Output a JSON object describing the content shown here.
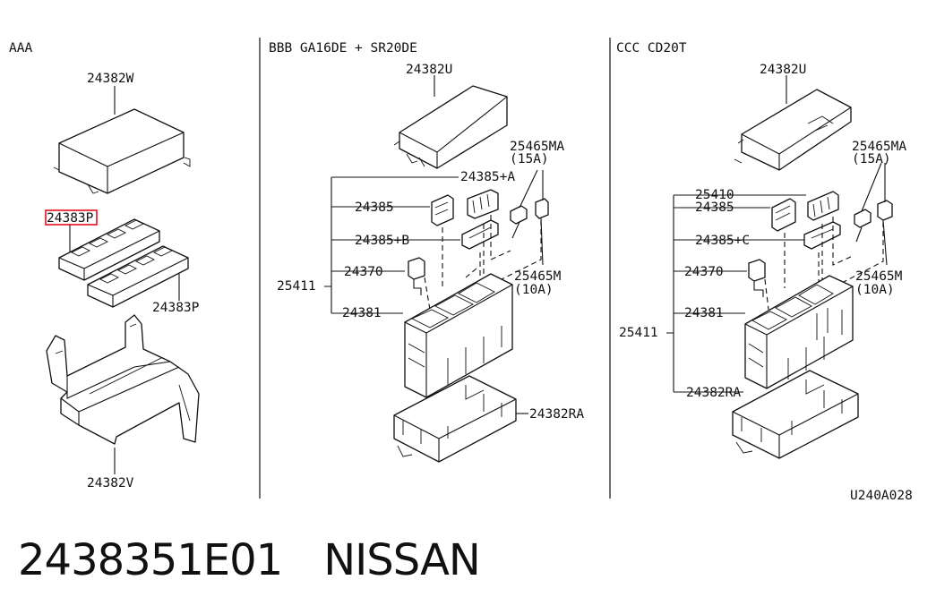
{
  "sections": [
    {
      "title": "AAA"
    },
    {
      "title": "BBB GA16DE + SR20DE"
    },
    {
      "title": "CCC CD20T"
    }
  ],
  "labels": {
    "aaa_cover": "24382W",
    "aaa_fuse_block_highlighted": "24383P",
    "aaa_fuse_block_lower": "24383P",
    "aaa_bracket": "24382V",
    "bbb_cover": "24382U",
    "bbb_fuse_ma": "25465MA",
    "bbb_fuse_ma_rating": "(15A)",
    "bbb_24385a": "24385+A",
    "bbb_24385": "24385",
    "bbb_24385b": "24385+B",
    "bbb_24370": "24370",
    "bbb_assembly": "25411",
    "bbb_fuse_m": "25465M",
    "bbb_fuse_m_rating": "(10A)",
    "bbb_24381": "24381",
    "bbb_lower_cover": "24382RA",
    "ccc_cover": "24382U",
    "ccc_fuse_ma": "25465MA",
    "ccc_fuse_ma_rating": "(15A)",
    "ccc_25410": "25410",
    "ccc_24385": "24385",
    "ccc_24385c": "24385+C",
    "ccc_24370": "24370",
    "ccc_fuse_m": "25465M",
    "ccc_fuse_m_rating": "(10A)",
    "ccc_24381": "24381",
    "ccc_assembly": "25411",
    "ccc_lower_cover": "24382RA",
    "figure_code": "U240A028"
  },
  "footer": {
    "part_number": "2438351E01",
    "brand": "NISSAN"
  },
  "highlight_color": "#e0121b"
}
